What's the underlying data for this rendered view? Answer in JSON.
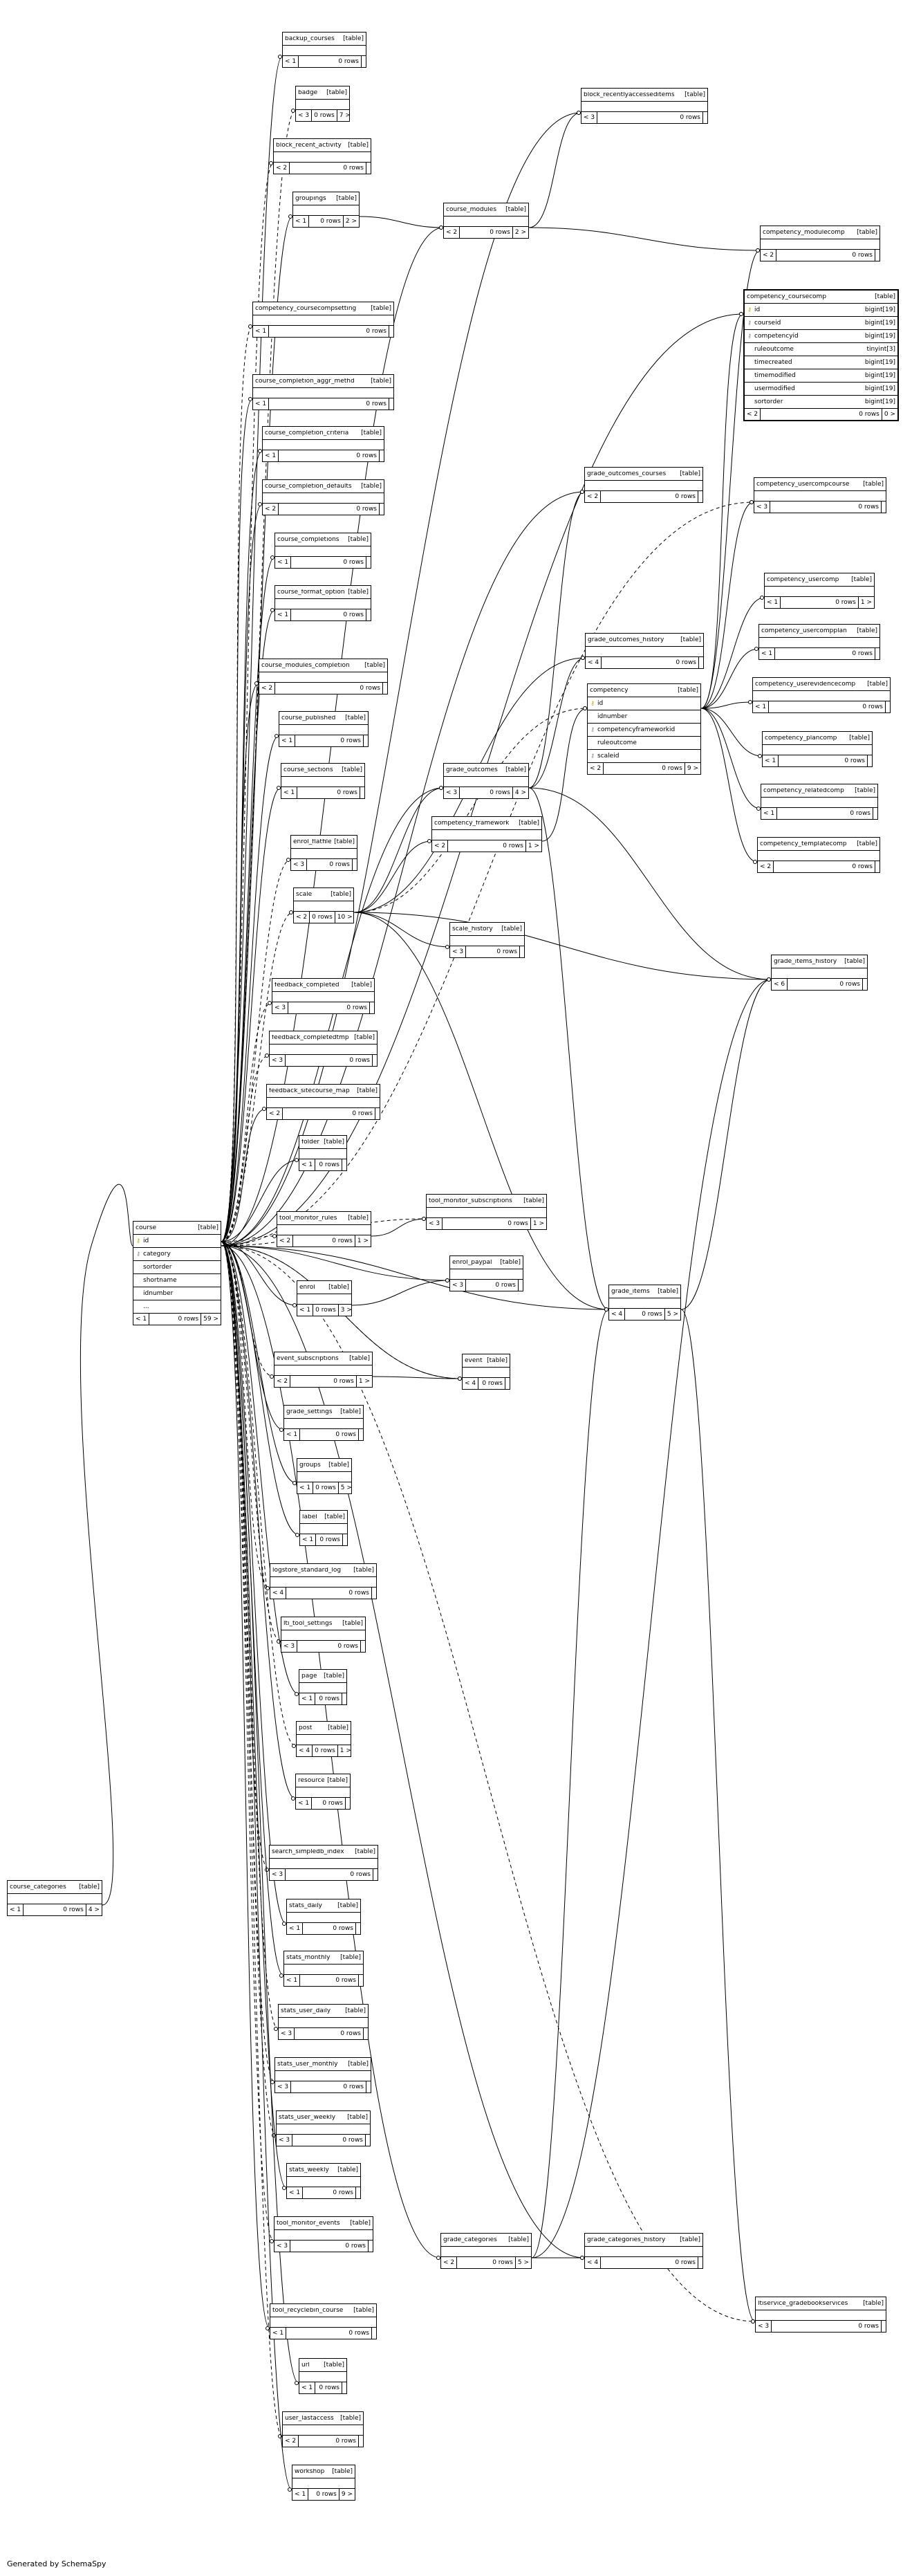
{
  "generated_by": "Generated by SchemaSpy",
  "tables": [
    {
      "name": "backup_courses",
      "type": "[table]",
      "parents": "< 1",
      "rows": "0 rows",
      "children": ""
    },
    {
      "name": "badge",
      "type": "[table]",
      "parents": "< 3",
      "rows": "0 rows",
      "children": "7 >"
    },
    {
      "name": "block_recent_activity",
      "type": "[table]",
      "parents": "< 2",
      "rows": "0 rows",
      "children": ""
    },
    {
      "name": "groupings",
      "type": "[table]",
      "parents": "< 1",
      "rows": "0 rows",
      "children": "2 >"
    },
    {
      "name": "competency_coursecompsetting",
      "type": "[table]",
      "parents": "< 1",
      "rows": "0 rows",
      "children": ""
    },
    {
      "name": "course_completion_aggr_methd",
      "type": "[table]",
      "parents": "< 1",
      "rows": "0 rows",
      "children": ""
    },
    {
      "name": "course_completion_criteria",
      "type": "[table]",
      "parents": "< 1",
      "rows": "0 rows",
      "children": ""
    },
    {
      "name": "course_completion_defaults",
      "type": "[table]",
      "parents": "< 2",
      "rows": "0 rows",
      "children": ""
    },
    {
      "name": "course_completions",
      "type": "[table]",
      "parents": "< 1",
      "rows": "0 rows",
      "children": ""
    },
    {
      "name": "course_format_options",
      "type": "[table]",
      "parents": "< 1",
      "rows": "0 rows",
      "children": ""
    },
    {
      "name": "course_modules_completion",
      "type": "[table]",
      "parents": "< 2",
      "rows": "0 rows",
      "children": ""
    },
    {
      "name": "course_published",
      "type": "[table]",
      "parents": "< 1",
      "rows": "0 rows",
      "children": ""
    },
    {
      "name": "course_sections",
      "type": "[table]",
      "parents": "< 1",
      "rows": "0 rows",
      "children": ""
    },
    {
      "name": "enrol_flatfile",
      "type": "[table]",
      "parents": "< 3",
      "rows": "0 rows",
      "children": ""
    },
    {
      "name": "scale",
      "type": "[table]",
      "parents": "< 2",
      "rows": "0 rows",
      "children": "10 >"
    },
    {
      "name": "feedback_completed",
      "type": "[table]",
      "parents": "< 3",
      "rows": "0 rows",
      "children": ""
    },
    {
      "name": "feedback_completedtmp",
      "type": "[table]",
      "parents": "< 3",
      "rows": "0 rows",
      "children": ""
    },
    {
      "name": "feedback_sitecourse_map",
      "type": "[table]",
      "parents": "< 2",
      "rows": "0 rows",
      "children": ""
    },
    {
      "name": "folder",
      "type": "[table]",
      "parents": "< 1",
      "rows": "0 rows",
      "children": ""
    },
    {
      "name": "tool_monitor_rules",
      "type": "[table]",
      "parents": "< 2",
      "rows": "0 rows",
      "children": "1 >"
    },
    {
      "name": "enrol",
      "type": "[table]",
      "parents": "< 1",
      "rows": "0 rows",
      "children": "3 >"
    },
    {
      "name": "event_subscriptions",
      "type": "[table]",
      "parents": "< 2",
      "rows": "0 rows",
      "children": "1 >"
    },
    {
      "name": "grade_settings",
      "type": "[table]",
      "parents": "< 1",
      "rows": "0 rows",
      "children": ""
    },
    {
      "name": "groups",
      "type": "[table]",
      "parents": "< 1",
      "rows": "0 rows",
      "children": "5 >"
    },
    {
      "name": "label",
      "type": "[table]",
      "parents": "< 1",
      "rows": "0 rows",
      "children": ""
    },
    {
      "name": "logstore_standard_log",
      "type": "[table]",
      "parents": "< 4",
      "rows": "0 rows",
      "children": ""
    },
    {
      "name": "lti_tool_settings",
      "type": "[table]",
      "parents": "< 3",
      "rows": "0 rows",
      "children": ""
    },
    {
      "name": "page",
      "type": "[table]",
      "parents": "< 1",
      "rows": "0 rows",
      "children": ""
    },
    {
      "name": "post",
      "type": "[table]",
      "parents": "< 4",
      "rows": "0 rows",
      "children": "1 >"
    },
    {
      "name": "resource",
      "type": "[table]",
      "parents": "< 1",
      "rows": "0 rows",
      "children": ""
    },
    {
      "name": "search_simpledb_index",
      "type": "[table]",
      "parents": "< 3",
      "rows": "0 rows",
      "children": ""
    },
    {
      "name": "stats_daily",
      "type": "[table]",
      "parents": "< 1",
      "rows": "0 rows",
      "children": ""
    },
    {
      "name": "stats_monthly",
      "type": "[table]",
      "parents": "< 1",
      "rows": "0 rows",
      "children": ""
    },
    {
      "name": "stats_user_daily",
      "type": "[table]",
      "parents": "< 3",
      "rows": "0 rows",
      "children": ""
    },
    {
      "name": "stats_user_monthly",
      "type": "[table]",
      "parents": "< 3",
      "rows": "0 rows",
      "children": ""
    },
    {
      "name": "stats_user_weekly",
      "type": "[table]",
      "parents": "< 3",
      "rows": "0 rows",
      "children": ""
    },
    {
      "name": "stats_weekly",
      "type": "[table]",
      "parents": "< 1",
      "rows": "0 rows",
      "children": ""
    },
    {
      "name": "tool_monitor_events",
      "type": "[table]",
      "parents": "< 3",
      "rows": "0 rows",
      "children": ""
    },
    {
      "name": "tool_recyclebin_course",
      "type": "[table]",
      "parents": "< 1",
      "rows": "0 rows",
      "children": ""
    },
    {
      "name": "url",
      "type": "[table]",
      "parents": "< 1",
      "rows": "0 rows",
      "children": ""
    },
    {
      "name": "user_lastaccess",
      "type": "[table]",
      "parents": "< 2",
      "rows": "0 rows",
      "children": ""
    },
    {
      "name": "workshop",
      "type": "[table]",
      "parents": "< 1",
      "rows": "0 rows",
      "children": "9 >"
    },
    {
      "name": "course_categories",
      "type": "[table]",
      "parents": "< 1",
      "rows": "0 rows",
      "children": "4 >"
    },
    {
      "name": "course_modules",
      "type": "[table]",
      "parents": "< 2",
      "rows": "0 rows",
      "children": "2 >"
    },
    {
      "name": "block_recentlyaccesseditems",
      "type": "[table]",
      "parents": "< 3",
      "rows": "0 rows",
      "children": ""
    },
    {
      "name": "grade_outcomes",
      "type": "[table]",
      "parents": "< 3",
      "rows": "0 rows",
      "children": "4 >"
    },
    {
      "name": "competency_framework",
      "type": "[table]",
      "parents": "< 2",
      "rows": "0 rows",
      "children": "1 >"
    },
    {
      "name": "scale_history",
      "type": "[table]",
      "parents": "< 3",
      "rows": "0 rows",
      "children": ""
    },
    {
      "name": "tool_monitor_subscriptions",
      "type": "[table]",
      "parents": "< 3",
      "rows": "0 rows",
      "children": "1 >"
    },
    {
      "name": "enrol_paypal",
      "type": "[table]",
      "parents": "< 3",
      "rows": "0 rows",
      "children": ""
    },
    {
      "name": "event",
      "type": "[table]",
      "parents": "< 4",
      "rows": "0 rows",
      "children": ""
    },
    {
      "name": "grade_categories",
      "type": "[table]",
      "parents": "< 2",
      "rows": "0 rows",
      "children": "5 >"
    },
    {
      "name": "grade_outcomes_courses",
      "type": "[table]",
      "parents": "< 2",
      "rows": "0 rows",
      "children": ""
    },
    {
      "name": "grade_outcomes_history",
      "type": "[table]",
      "parents": "< 4",
      "rows": "0 rows",
      "children": ""
    },
    {
      "name": "grade_items",
      "type": "[table]",
      "parents": "< 4",
      "rows": "0 rows",
      "children": "5 >"
    },
    {
      "name": "grade_categories_history",
      "type": "[table]",
      "parents": "< 4",
      "rows": "0 rows",
      "children": ""
    },
    {
      "name": "competency_modulecomp",
      "type": "[table]",
      "parents": "< 2",
      "rows": "0 rows",
      "children": ""
    },
    {
      "name": "competency_usercompcourse",
      "type": "[table]",
      "parents": "< 3",
      "rows": "0 rows",
      "children": ""
    },
    {
      "name": "competency_usercomp",
      "type": "[table]",
      "parents": "< 1",
      "rows": "0 rows",
      "children": "1 >"
    },
    {
      "name": "competency_usercompplan",
      "type": "[table]",
      "parents": "< 1",
      "rows": "0 rows",
      "children": ""
    },
    {
      "name": "competency_userevidencecomp",
      "type": "[table]",
      "parents": "< 1",
      "rows": "0 rows",
      "children": ""
    },
    {
      "name": "competency_plancomp",
      "type": "[table]",
      "parents": "< 1",
      "rows": "0 rows",
      "children": ""
    },
    {
      "name": "competency_relatedcomp",
      "type": "[table]",
      "parents": "< 1",
      "rows": "0 rows",
      "children": ""
    },
    {
      "name": "competency_templatecomp",
      "type": "[table]",
      "parents": "< 2",
      "rows": "0 rows",
      "children": ""
    },
    {
      "name": "grade_items_history",
      "type": "[table]",
      "parents": "< 6",
      "rows": "0 rows",
      "children": ""
    },
    {
      "name": "ltiservice_gradebookservices",
      "type": "[table]",
      "parents": "< 3",
      "rows": "0 rows",
      "children": ""
    }
  ],
  "detailed": [
    {
      "name": "course",
      "type": "[table]",
      "columns": [
        {
          "name": "id",
          "key": "pk",
          "type": ""
        },
        {
          "name": "category",
          "key": "fk",
          "type": ""
        },
        {
          "name": "sortorder",
          "key": "",
          "type": ""
        },
        {
          "name": "shortname",
          "key": "",
          "type": ""
        },
        {
          "name": "idnumber",
          "key": "",
          "type": ""
        },
        {
          "name": "...",
          "key": "",
          "type": ""
        }
      ],
      "parents": "< 1",
      "rows": "0 rows",
      "children": "59 >"
    },
    {
      "name": "competency",
      "type": "[table]",
      "columns": [
        {
          "name": "id",
          "key": "pk",
          "type": ""
        },
        {
          "name": "idnumber",
          "key": "",
          "type": ""
        },
        {
          "name": "competencyframeworkid",
          "key": "fk",
          "type": ""
        },
        {
          "name": "ruleoutcome",
          "key": "",
          "type": ""
        },
        {
          "name": "scaleid",
          "key": "fk",
          "type": ""
        }
      ],
      "parents": "< 2",
      "rows": "0 rows",
      "children": "9 >"
    },
    {
      "name": "competency_coursecomp",
      "type": "[table]",
      "columns": [
        {
          "name": "id",
          "key": "pk",
          "type": "bigint[19]"
        },
        {
          "name": "courseid",
          "key": "fk",
          "type": "bigint[19]"
        },
        {
          "name": "competencyid",
          "key": "fk",
          "type": "bigint[19]"
        },
        {
          "name": "ruleoutcome",
          "key": "",
          "type": "tinyint[3]"
        },
        {
          "name": "timecreated",
          "key": "",
          "type": "bigint[19]"
        },
        {
          "name": "timemodified",
          "key": "",
          "type": "bigint[19]"
        },
        {
          "name": "usermodified",
          "key": "",
          "type": "bigint[19]"
        },
        {
          "name": "sortorder",
          "key": "",
          "type": "bigint[19]"
        }
      ],
      "parents": "< 2",
      "rows": "0 rows",
      "children": "0 >"
    }
  ]
}
